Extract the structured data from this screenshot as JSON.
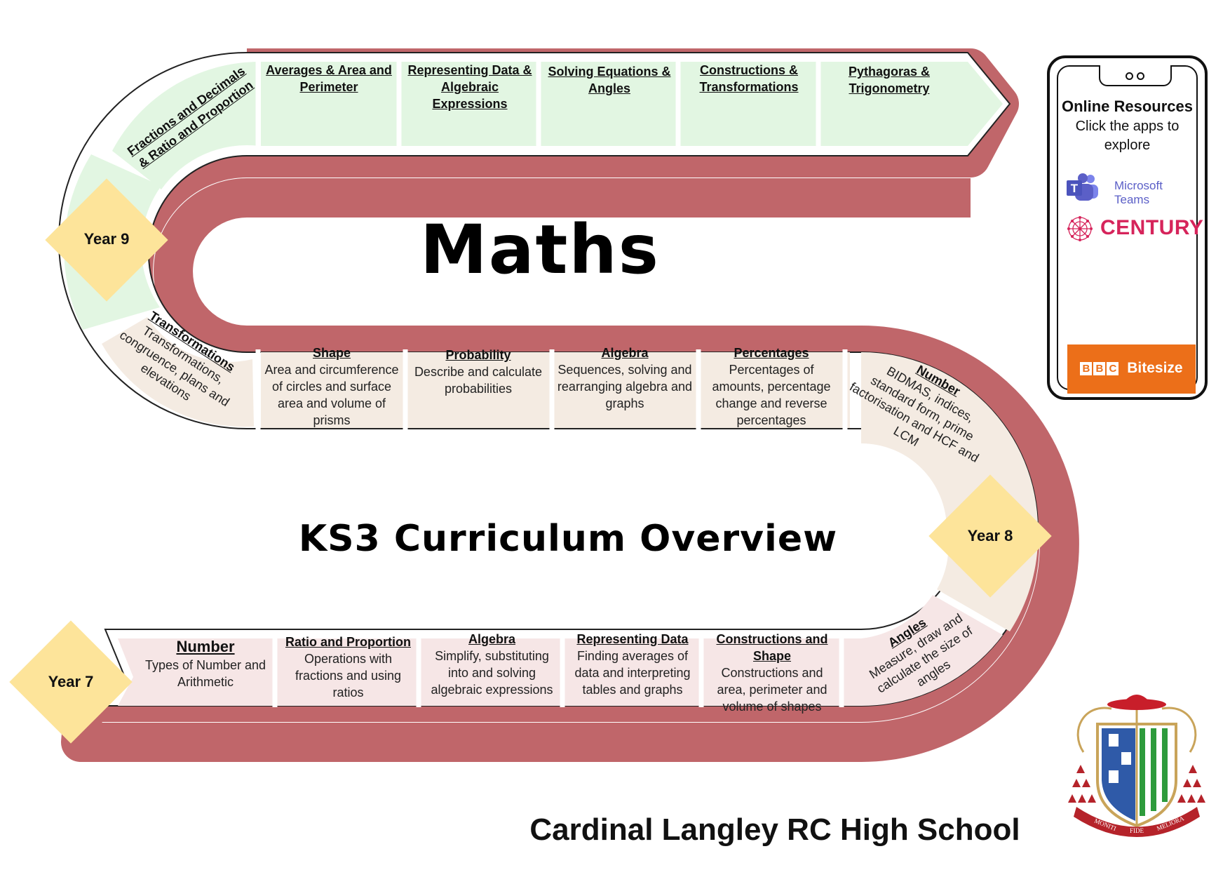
{
  "title": "Maths",
  "subtitle": "KS3 Curriculum Overview",
  "school": "Cardinal Langley RC High School",
  "colors": {
    "year9_band": "#e2f6e2",
    "year8_band": "#f4ebe2",
    "year7_band": "#f6e6e6",
    "road_shadow": "#c0666a",
    "year_marker": "#fde49a"
  },
  "year_labels": {
    "y9": "Year 9",
    "y8": "Year 8",
    "y7": "Year 7"
  },
  "year9": {
    "corner": "Fractions and Decimals & Ratio and Proportion",
    "topics": [
      "Averages & Area and Perimeter",
      "Representing Data & Algebraic Expressions",
      "Solving Equations & Angles",
      "Constructions & Transformations",
      "Pythagoras & Trigonometry"
    ]
  },
  "year8": {
    "corner_left": {
      "title": "Transformations",
      "desc": "Transformations, congruence, plans and elevations"
    },
    "topics": [
      {
        "title": "Shape",
        "desc": "Area and circumference of circles and surface area and volume of prisms"
      },
      {
        "title": "Probability",
        "desc": "Describe and calculate probabilities"
      },
      {
        "title": "Algebra",
        "desc": "Sequences, solving and rearranging algebra and graphs"
      },
      {
        "title": "Percentages",
        "desc": "Percentages of amounts, percentage change and reverse percentages"
      }
    ],
    "corner_right": {
      "title": "Number",
      "desc": "BIDMAS, indices, standard form, prime factorisation and HCF and LCM"
    }
  },
  "year7": {
    "topics": [
      {
        "title": "Number",
        "desc": "Types of Number and Arithmetic"
      },
      {
        "title": "Ratio and Proportion",
        "desc": "Operations with fractions and using ratios"
      },
      {
        "title": "Algebra",
        "desc": "Simplify, substituting into and solving algebraic expressions"
      },
      {
        "title": "Representing Data",
        "desc": "Finding averages of data and interpreting tables and graphs"
      },
      {
        "title": "Constructions and Shape",
        "desc": "Constructions and area, perimeter and volume of shapes"
      }
    ],
    "corner_right": {
      "title": "Angles",
      "desc": "Measure, draw and calculate the size of angles"
    }
  },
  "online_resources": {
    "title": "Online Resources",
    "subtitle": "Click the apps to explore",
    "apps": {
      "teams": "Microsoft Teams",
      "century": "CENTURY",
      "bbc": "Bitesize"
    }
  },
  "icons": {
    "teams": "microsoft-teams-icon",
    "century": "century-logo-icon",
    "bbc": "bbc-bitesize-icon",
    "crest": "school-crest-icon"
  },
  "bbc_letters": [
    "B",
    "B",
    "C"
  ],
  "crest_motto": [
    "MONITI",
    "FIDE",
    "MELIORA"
  ]
}
